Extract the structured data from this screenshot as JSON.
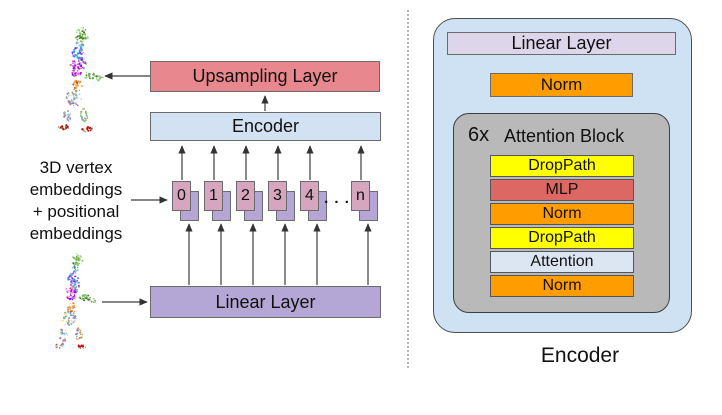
{
  "palette": {
    "salmon_box": "#e8878d",
    "light_blue_box": "#d3e2f2",
    "panel_blue": "#cfe2f3",
    "purple_box": "#b4a7d6",
    "token_pink": "#d5a6bd",
    "lavender_box": "#ddd5ea",
    "orange_box": "#ff9d00",
    "yellow_box": "#ffff00",
    "mlp_red_box": "#dc6763",
    "gray_container": "#b9b9b9"
  },
  "left": {
    "upsampling_label": "Upsampling Layer",
    "encoder_label": "Encoder",
    "caption_lines": [
      "3D vertex",
      "embeddings",
      "+ positional",
      "embeddings"
    ],
    "tokens": [
      "0",
      "1",
      "2",
      "3",
      "4",
      "n"
    ],
    "ellipsis": ". . .",
    "linear_label": "Linear Layer"
  },
  "right": {
    "linear_label": "Linear Layer",
    "norm_label": "Norm",
    "block_multiplier": "6x",
    "block_title": "Attention Block",
    "layers": [
      {
        "label": "DropPath",
        "color": "#ffff00"
      },
      {
        "label": "MLP",
        "color": "#dc6763"
      },
      {
        "label": "Norm",
        "color": "#ff9d00"
      },
      {
        "label": "DropPath",
        "color": "#ffff00"
      },
      {
        "label": "Attention",
        "color": "#dce6f2"
      },
      {
        "label": "Norm",
        "color": "#ff9d00"
      }
    ],
    "caption": "Encoder"
  }
}
